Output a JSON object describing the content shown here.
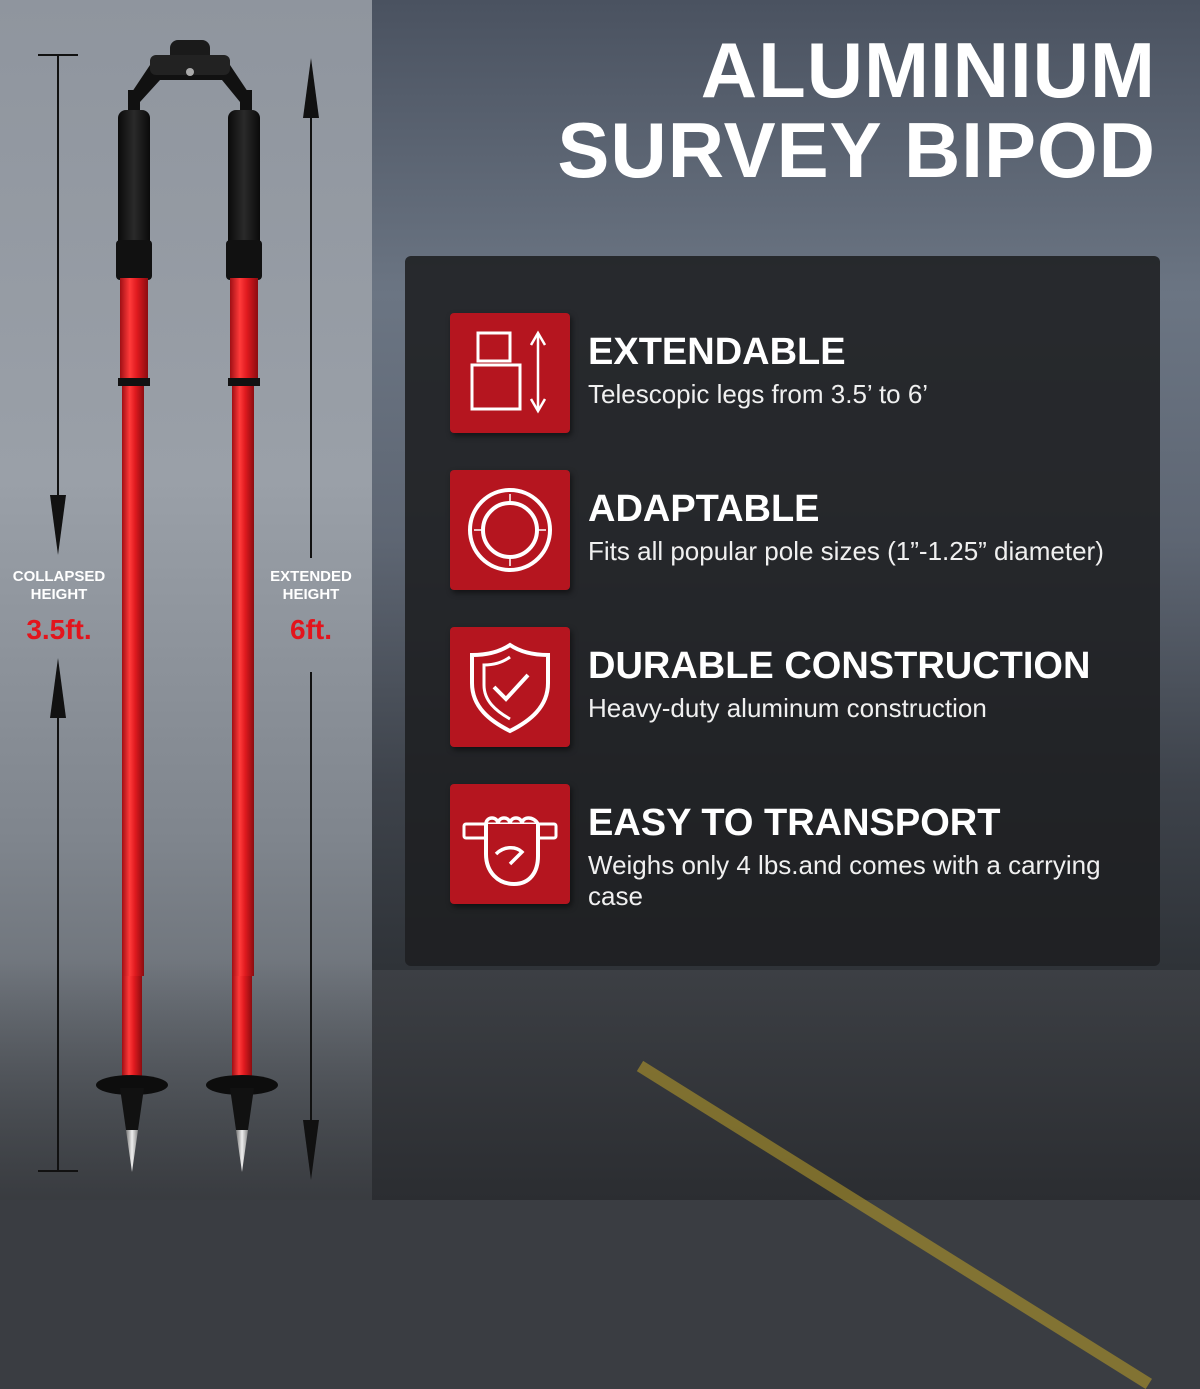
{
  "title": {
    "line1": "ALUMINIUM",
    "line2": "SURVEY BIPOD"
  },
  "dimensions": {
    "collapsed": {
      "label_line1": "COLLAPSED",
      "label_line2": "HEIGHT",
      "value": "3.5ft."
    },
    "extended": {
      "label_line1": "EXTENDED",
      "label_line2": "HEIGHT",
      "value": "6ft."
    }
  },
  "features": [
    {
      "icon": "extend-arrows-icon",
      "title": "EXTENDABLE",
      "description": "Telescopic legs from 3.5’ to 6’"
    },
    {
      "icon": "pole-clamp-ring-icon",
      "title": "ADAPTABLE",
      "description": "Fits all popular pole sizes (1”-1.25” diameter)"
    },
    {
      "icon": "shield-check-icon",
      "title": "DURABLE CONSTRUCTION",
      "description": "Heavy-duty aluminum construction"
    },
    {
      "icon": "fist-handle-icon",
      "title": "EASY TO TRANSPORT",
      "description": "Weighs only 4 lbs.and comes with a carrying case"
    }
  ],
  "colors": {
    "accent_red": "#b5151f",
    "value_red": "#e3141c",
    "leg_red": "#e01a1f",
    "panel_dark": "#1e1f21"
  }
}
